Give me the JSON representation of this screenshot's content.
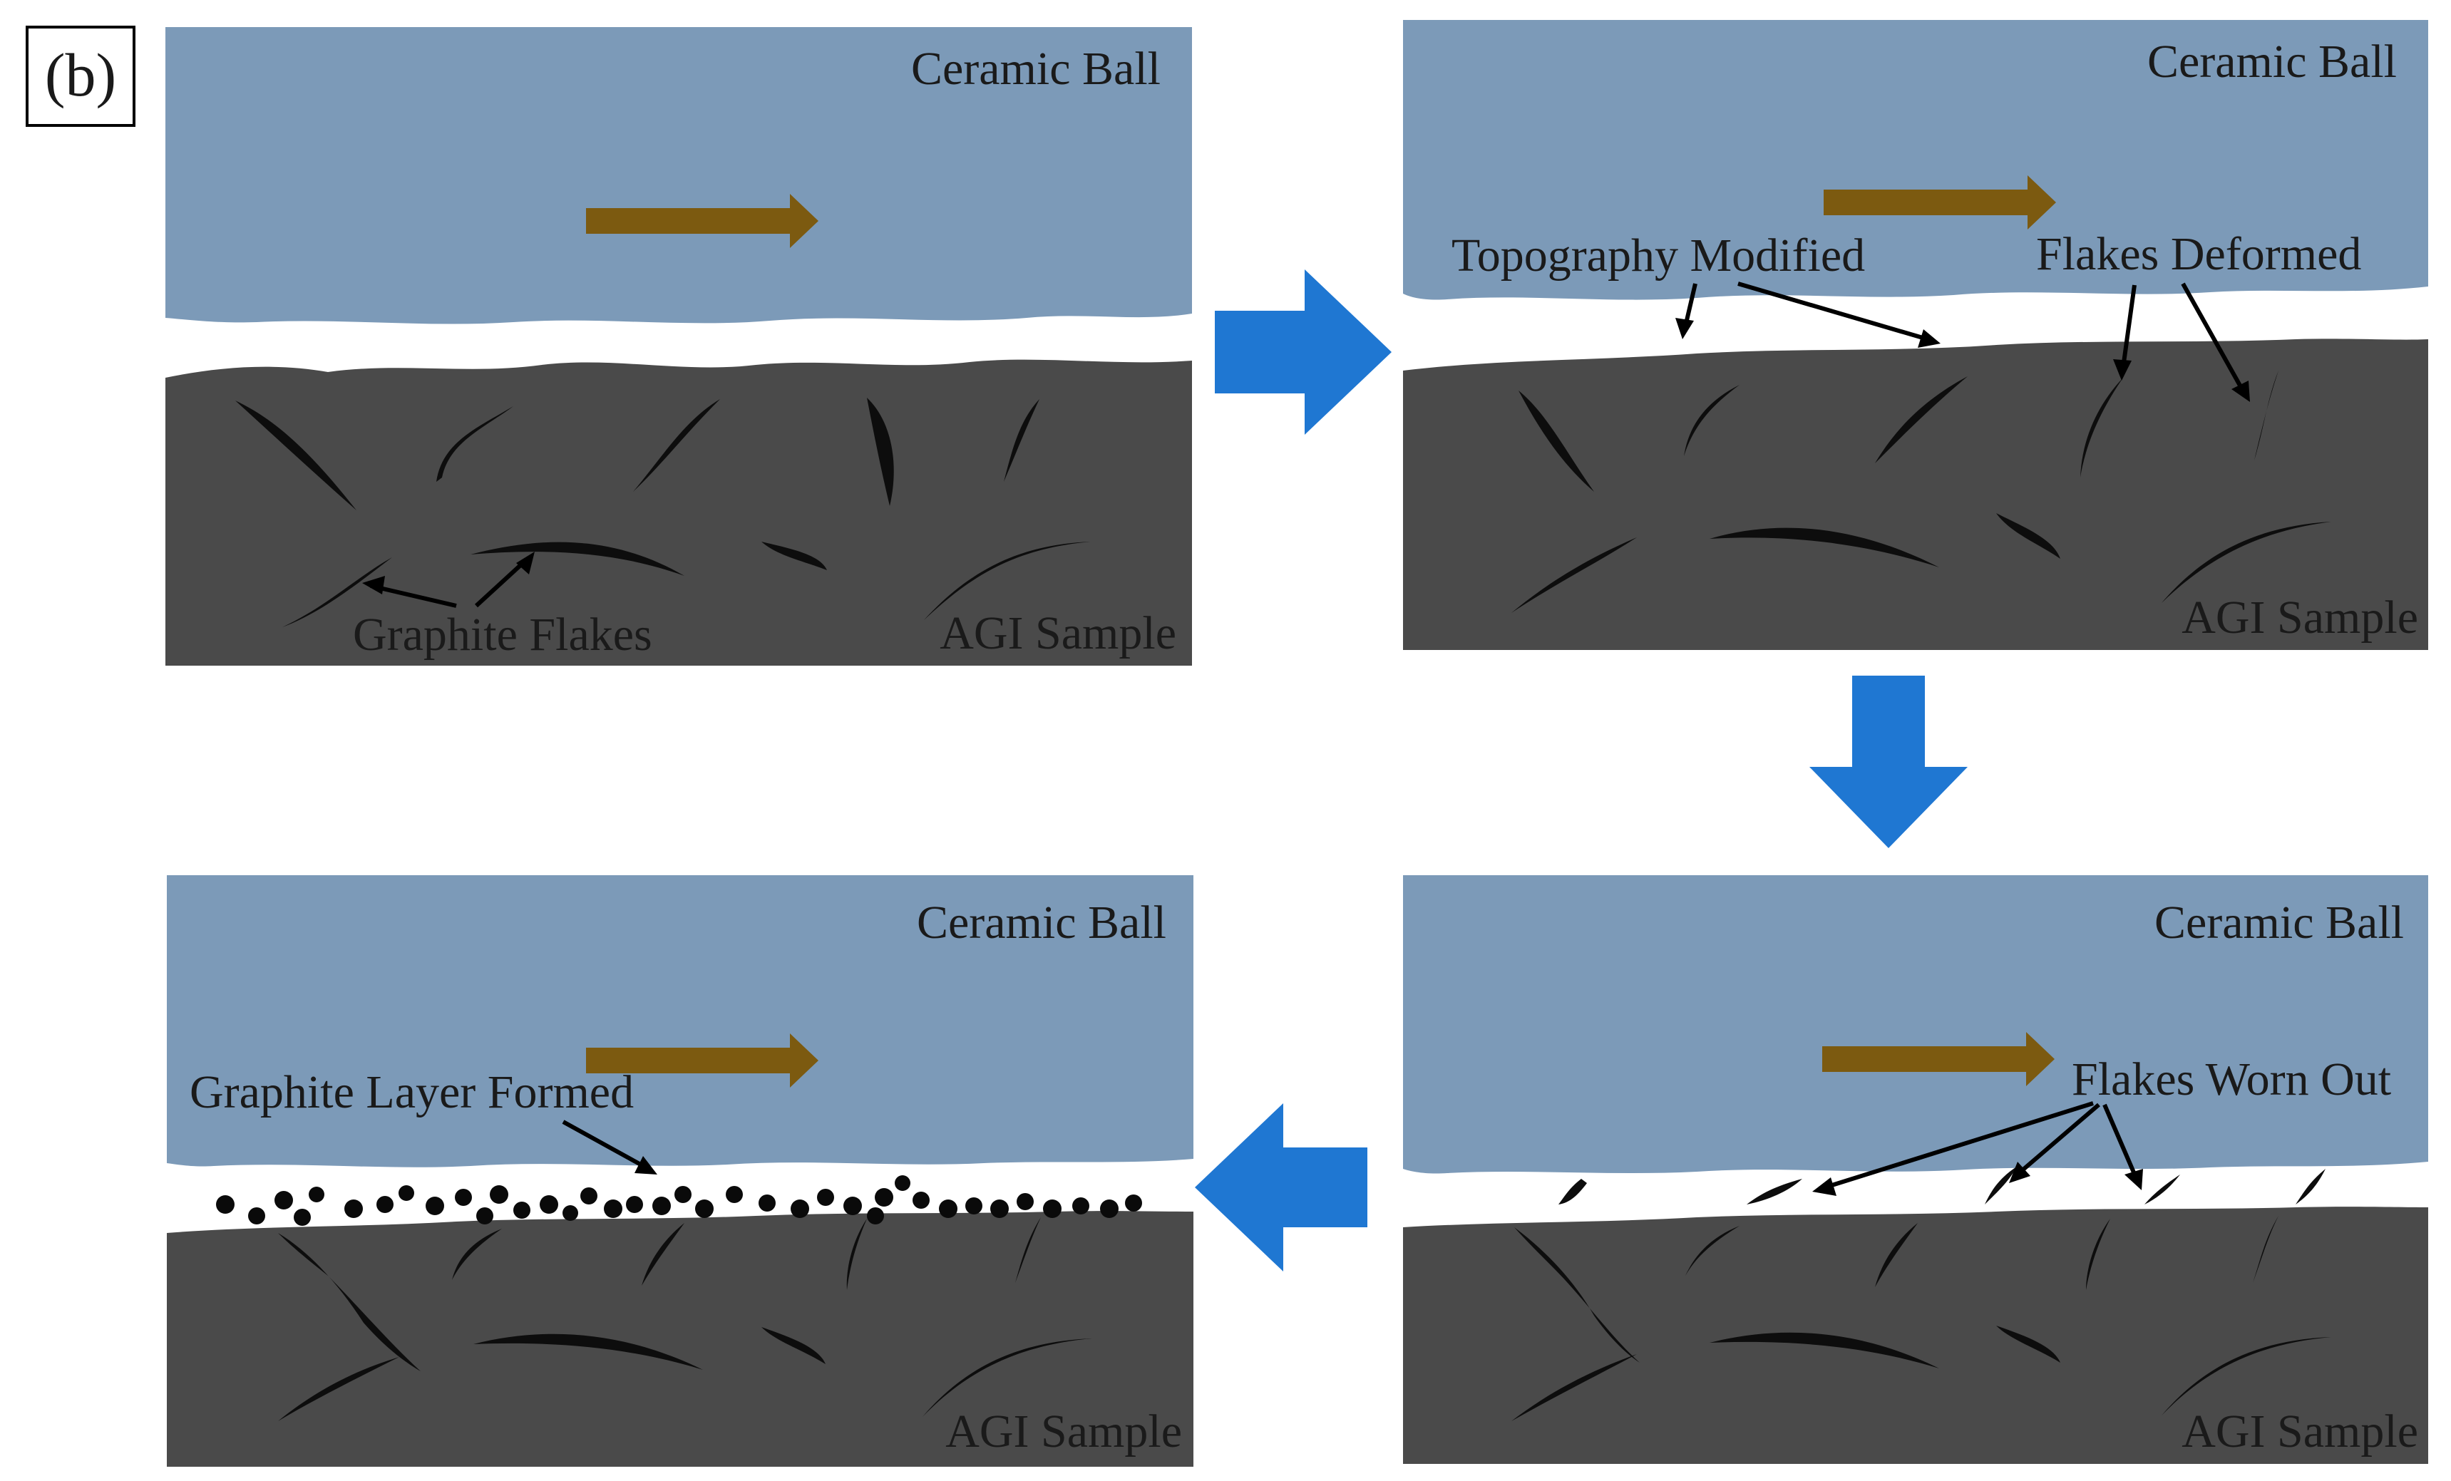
{
  "figure": {
    "panel_label": "(b)",
    "colors": {
      "ceramic_ball": "#7c9ab8",
      "agi_sample": "#4a4a4a",
      "graphite": "#0d0d0d",
      "sliding_arrow": "#7c5a10",
      "process_arrow": "#1f77d2"
    },
    "panels": [
      {
        "ball_label": "Ceramic Ball",
        "sample_label": "AGI Sample",
        "annotations": [
          "Graphite Flakes"
        ]
      },
      {
        "ball_label": "Ceramic Ball",
        "sample_label": "AGI Sample",
        "annotations": [
          "Topography Modified",
          "Flakes Deformed"
        ]
      },
      {
        "ball_label": "Ceramic Ball",
        "sample_label": "AGI Sample",
        "annotations": [
          "Flakes Worn Out"
        ]
      },
      {
        "ball_label": "Ceramic Ball",
        "sample_label": "AGI Sample",
        "annotations": [
          "Graphite Layer Formed"
        ]
      }
    ]
  }
}
